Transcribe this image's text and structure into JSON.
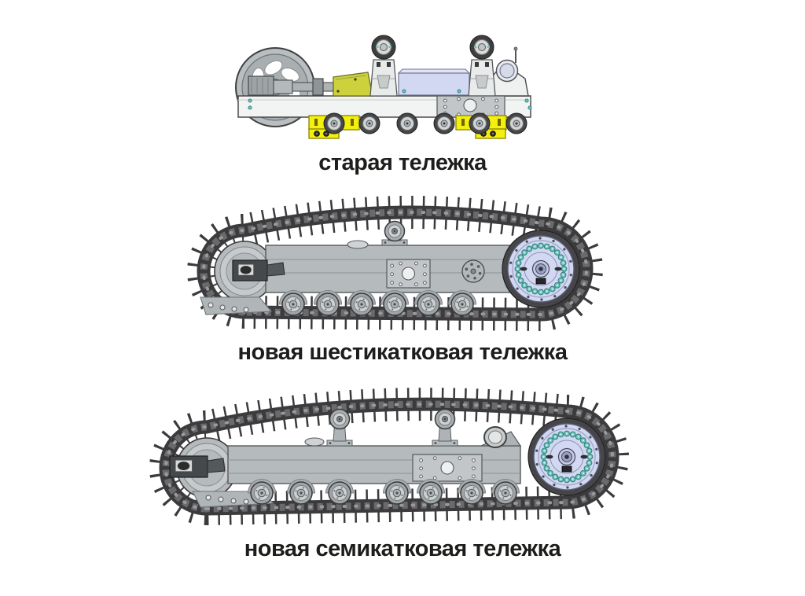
{
  "page": {
    "background": "#ffffff"
  },
  "figures": [
    {
      "id": "old-bogie",
      "caption": "старая тележка",
      "style": "wheeled",
      "has_track": false,
      "has_flywheel": true,
      "road_wheels": 6,
      "top_rollers": 2,
      "yellow_brackets": 2
    },
    {
      "id": "new-six-roller-bogie",
      "caption": "новая шестикатковая тележка",
      "style": "tracked",
      "has_track": true,
      "road_wheels": 6,
      "support_rollers": 1,
      "sprocket_bolts": 24
    },
    {
      "id": "new-seven-roller-bogie",
      "caption": "новая семикатковая тележка",
      "style": "tracked",
      "has_track": true,
      "road_wheels": 7,
      "support_rollers": 2,
      "sprocket_bolts": 24
    }
  ],
  "colors": {
    "caption_text": "#1d1d1b",
    "track_dark": "#3b3b3d",
    "track_mid": "#6a6a6c",
    "track_pin": "#9a9a9c",
    "metal_white": "#f2f3f3",
    "metal_light": "#e9ebeb",
    "metal_mid": "#b9bec0",
    "metal_frame": "#b5babc",
    "metal_dark": "#9aa0a2",
    "outline": "#3a3a3a",
    "bracket_yellow": "#f3ef10",
    "bracket_yellow_edge": "#8a8400",
    "gearbox_olive": "#cdd23c",
    "cover_lavender": "#d2d8f2",
    "cover_lavender_light": "#e0e4f8",
    "bolt_teal": "#6ec4bc",
    "bolt_teal_edge": "#2e7f7a"
  }
}
